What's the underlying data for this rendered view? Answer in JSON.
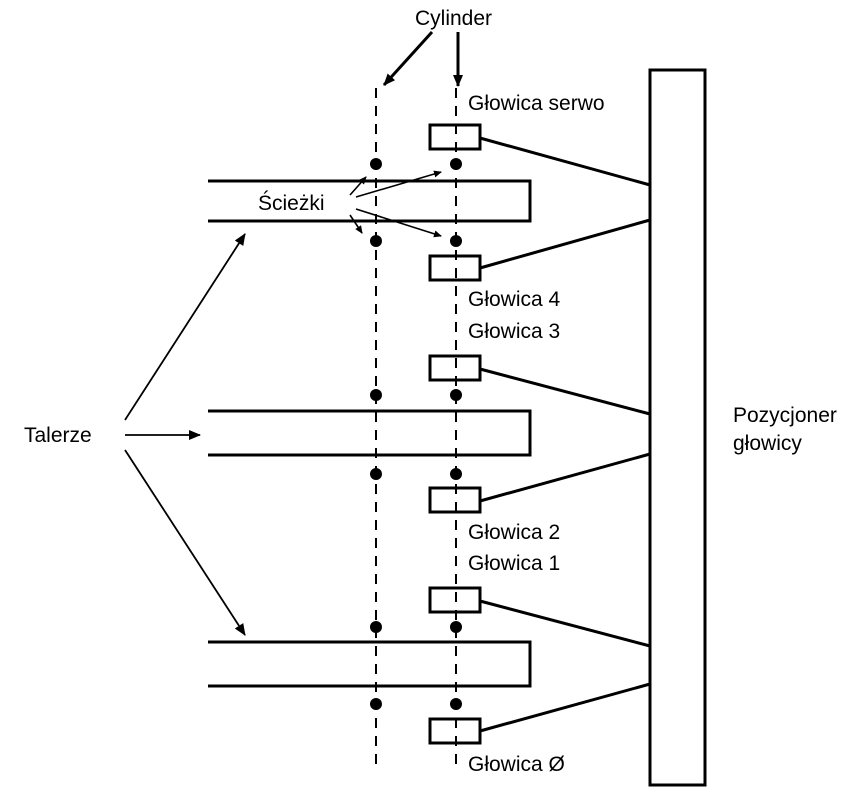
{
  "diagram": {
    "title": "",
    "labels": {
      "cylinder": "Cylinder",
      "tracks": "Ścieżki",
      "platters": "Talerze",
      "positioner_line1": "Pozycjoner",
      "positioner_line2": "głowicy"
    },
    "heads": [
      {
        "id": "servo",
        "label": "Głowica serwo"
      },
      {
        "id": "head4",
        "label": "Głowica 4"
      },
      {
        "id": "head3",
        "label": "Głowica 3"
      },
      {
        "id": "head2",
        "label": "Głowica 2"
      },
      {
        "id": "head1",
        "label": "Głowica 1"
      },
      {
        "id": "head0",
        "label": "Głowica Ø"
      }
    ],
    "platter_count": 3,
    "cylinder_count": 2,
    "colors": {
      "ink": "#000000",
      "background": "#ffffff"
    }
  }
}
